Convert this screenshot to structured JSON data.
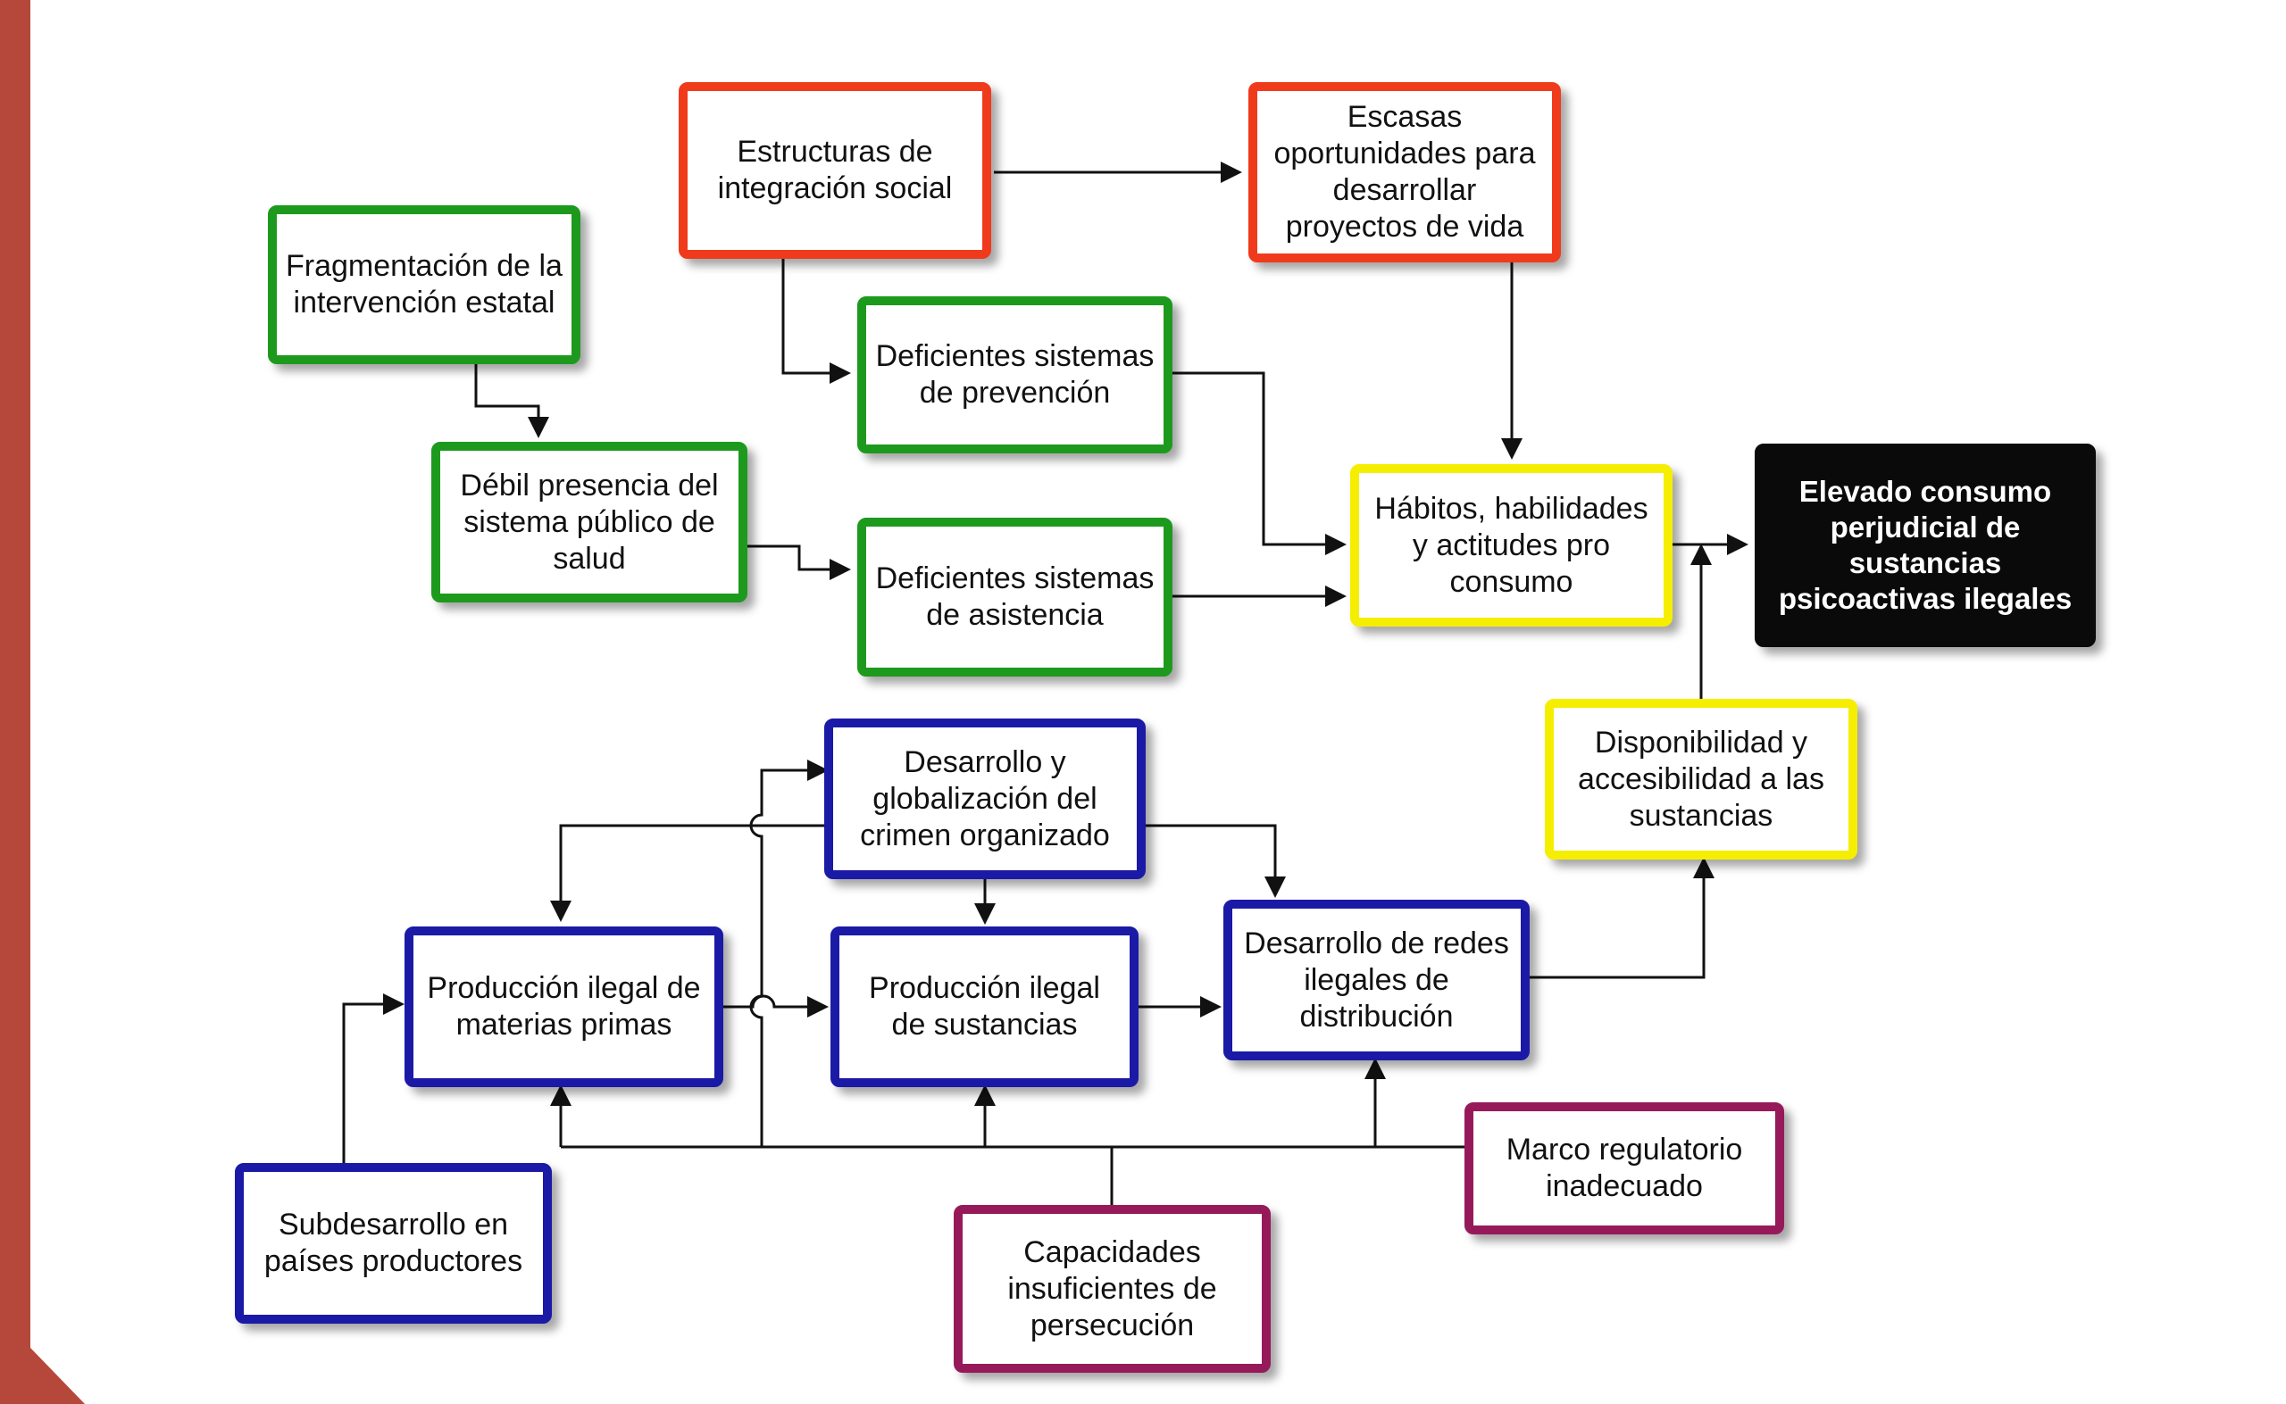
{
  "colors": {
    "sidebar_strip": "#b5483a",
    "red": "#f03a1c",
    "green": "#1d9a1d",
    "yellow": "#f6ee00",
    "blue": "#1a1aa6",
    "purple": "#961a5a",
    "final_fill": "#0a0a0a",
    "final_text": "#ffffff",
    "connector": "#111111"
  },
  "nodes": {
    "estructuras": {
      "text": "Estructuras de\nintegración social",
      "color": "red"
    },
    "escasas": {
      "text": "Escasas\noportunidades para\ndesarrollar\nproyectos de vida",
      "color": "red"
    },
    "fragmentacion": {
      "text": "Fragmentación de la\nintervención estatal",
      "color": "green"
    },
    "prevencion": {
      "text": "Deficientes sistemas\nde prevención",
      "color": "green"
    },
    "debil": {
      "text": "Débil presencia del\nsistema público de\nsalud",
      "color": "green"
    },
    "asistencia": {
      "text": "Deficientes sistemas\nde asistencia",
      "color": "green"
    },
    "habitos": {
      "text": "Hábitos, habilidades\ny actitudes pro\nconsumo",
      "color": "yellow"
    },
    "elevado": {
      "text": "Elevado consumo\nperjudicial de\nsustancias\npsicoactivas ilegales",
      "color": "black"
    },
    "disponibilidad": {
      "text": "Disponibilidad y\naccesibilidad a las\nsustancias",
      "color": "yellow"
    },
    "crimen": {
      "text": "Desarrollo y\nglobalización del\ncrimen organizado",
      "color": "blue"
    },
    "materias": {
      "text": "Producción ilegal de\nmaterias primas",
      "color": "blue"
    },
    "sustancias": {
      "text": "Producción ilegal\nde sustancias",
      "color": "blue"
    },
    "redes": {
      "text": "Desarrollo de redes\nilegales de\ndistribución",
      "color": "blue"
    },
    "subdesarrollo": {
      "text": "Subdesarrollo en\npaíses productores",
      "color": "blue"
    },
    "marco": {
      "text": "Marco regulatorio\ninadecuado",
      "color": "purple"
    },
    "capacidades": {
      "text": "Capacidades\ninsuficientes de\npersecución",
      "color": "purple"
    }
  },
  "edges": [
    {
      "from": "estructuras",
      "to": "escasas"
    },
    {
      "from": "estructuras",
      "to": "prevencion"
    },
    {
      "from": "escasas",
      "to": "habitos"
    },
    {
      "from": "fragmentacion",
      "to": "debil"
    },
    {
      "from": "debil",
      "to": "asistencia"
    },
    {
      "from": "prevencion",
      "to": "habitos"
    },
    {
      "from": "asistencia",
      "to": "habitos"
    },
    {
      "from": "habitos",
      "to": "elevado"
    },
    {
      "from": "disponibilidad",
      "to": "elevado"
    },
    {
      "from": "crimen",
      "to": "materias"
    },
    {
      "from": "crimen",
      "to": "sustancias"
    },
    {
      "from": "crimen",
      "to": "redes"
    },
    {
      "from": "materias",
      "to": "sustancias"
    },
    {
      "from": "sustancias",
      "to": "redes"
    },
    {
      "from": "redes",
      "to": "disponibilidad"
    },
    {
      "from": "subdesarrollo",
      "to": "materias"
    },
    {
      "from": "marco",
      "to": "materias"
    },
    {
      "from": "marco",
      "to": "sustancias"
    },
    {
      "from": "marco",
      "to": "redes"
    },
    {
      "from": "marco",
      "to": "crimen"
    },
    {
      "from": "capacidades",
      "to": "materias"
    },
    {
      "from": "capacidades",
      "to": "sustancias"
    },
    {
      "from": "capacidades",
      "to": "redes"
    },
    {
      "from": "capacidades",
      "to": "crimen"
    }
  ]
}
